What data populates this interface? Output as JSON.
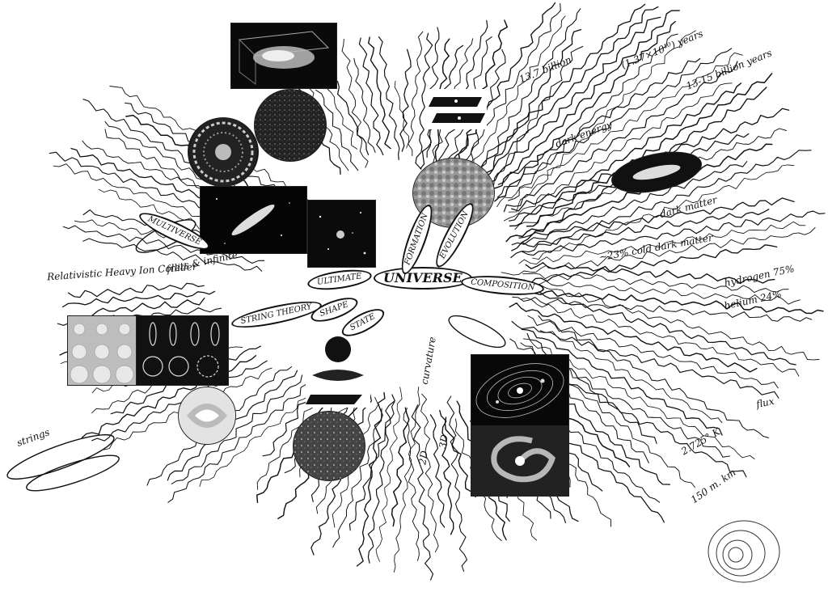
{
  "center": {
    "label": "UNIVERSE"
  },
  "branches": [
    {
      "key": "composition",
      "label": "COMPOSITION"
    },
    {
      "key": "evolution",
      "label": "EVOLUTION"
    },
    {
      "key": "formation",
      "label": "FORMATION"
    },
    {
      "key": "ultimate",
      "label": "ULTIMATE"
    },
    {
      "key": "state",
      "label": "STATE"
    },
    {
      "key": "shape",
      "label": "SHAPE"
    },
    {
      "key": "string_theory",
      "label": "STRING THEORY"
    },
    {
      "key": "multiverse",
      "label": "MULTIVERSE"
    }
  ],
  "notes": {
    "timeline": [
      "13.7 billion",
      "(1.37×10¹⁰) years",
      "13-15 billion years"
    ],
    "composition": [
      "dark energy",
      "dark matter",
      "hydrogen 75%",
      "helium 24%",
      "~23% cold dark matter"
    ],
    "string": [
      "Relativistic Heavy Ion Collider",
      "frets & infinite",
      "strings"
    ],
    "flux": [
      "flux",
      "2.725° K",
      "150 m. km"
    ],
    "shape": [
      "curvature",
      "2D",
      "3D"
    ]
  },
  "colors": {
    "ink": "#111111",
    "paper": "#ffffff"
  }
}
